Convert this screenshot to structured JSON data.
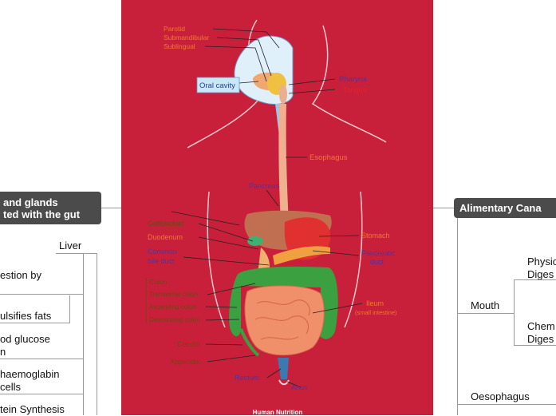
{
  "left_branch": {
    "title_line1": "and glands",
    "title_line2": "ted with the gut",
    "liver": "Liver",
    "items": [
      {
        "line1": "estion by",
        "line2": ""
      },
      {
        "line1": "ulsifies fats",
        "line2": ""
      },
      {
        "line1": "od glucose",
        "line2": "n"
      },
      {
        "line1": "haemoglabin",
        "line2": "cells"
      },
      {
        "line1": "tein Synthesis",
        "line2": ""
      }
    ]
  },
  "right_branch": {
    "title": "Alimentary Cana",
    "mouth": "Mouth",
    "physical_line1": "Physic",
    "physical_line2": "Diges",
    "chemical_line1": "Chem",
    "chemical_line2": "Diges",
    "oesophagus": "Oesophagus"
  },
  "diagram": {
    "caption": "Human Nutrition",
    "labels": {
      "parotid": "Parotid",
      "submandibular": "Submandibular",
      "sublingual": "Sublingual",
      "oral_cavity": "Oral cavity",
      "pharynx": "Pharynx",
      "tongue": "Tongue",
      "esophagus": "Esophagus",
      "pancreas": "Pancreas",
      "gallbladder": "Gallbladder",
      "duodenum": "Duodenum",
      "common_bile_duct_1": "Common",
      "common_bile_duct_2": "bile duct",
      "stomach": "Stomach",
      "pancreatic_duct_1": "Pancreatic",
      "pancreatic_duct_2": "duct",
      "colon": "Colon",
      "transverse_colon": "Transverse colon",
      "ascending_colon": "Ascending colon",
      "descending_colon": "Descending colon",
      "ileum": "Ileum",
      "small_intestine": "(small intestine)",
      "cecum": "Cecum",
      "appendix": "Appendix",
      "rectum": "Rectum",
      "anus": "Anus"
    },
    "colors": {
      "background": "#c8203a",
      "orange_label": "#f07a2a",
      "blue_label": "#3a3ab8",
      "olive_label": "#6a4a10",
      "liver": "#c07050",
      "stomach": "#e03030",
      "intestine": "#f0906a",
      "colon": "#3aa040"
    }
  }
}
